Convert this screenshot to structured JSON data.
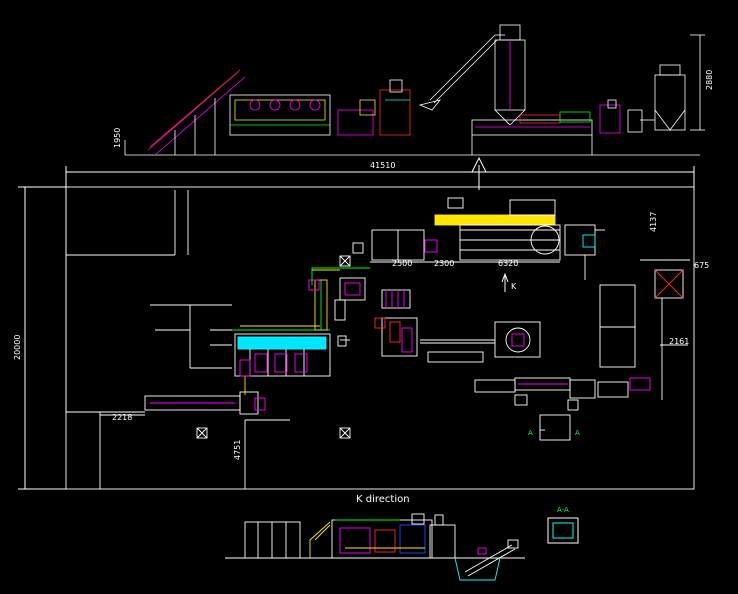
{
  "drawing": {
    "background": "#000000",
    "colors": {
      "line": "#ffffff",
      "magenta": "#ff00ff",
      "red": "#ff2a2a",
      "yellow": "#ffe600",
      "green": "#00ff00",
      "cyan": "#00ffff",
      "blue": "#1e4cff"
    }
  },
  "dimensions": {
    "overall_length": "41510",
    "overall_width": "20000",
    "dim_4137": "4137",
    "dim_675": "675",
    "dim_2161": "2161",
    "dim_2218": "2218",
    "dim_4751": "4751",
    "dim_2500": "2500",
    "dim_2300": "2300",
    "dim_6320": "6320",
    "dim_1950": "1950",
    "dim_2880": "2880"
  },
  "labels": {
    "k_marker": "K",
    "k_direction": "K direction",
    "section_aa": "A-A",
    "a_left": "A",
    "a_right": "A"
  }
}
